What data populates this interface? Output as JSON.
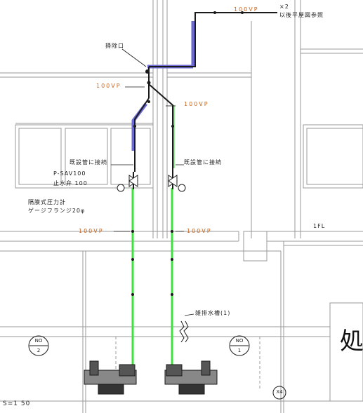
{
  "labels": {
    "pipe_top": "100VP",
    "pipe_top_mult": "×2",
    "pipe_top_dest": "以後平屋図参照",
    "inlet": "掃除口",
    "pipe_mid_left": "100VP",
    "pipe_mid_right": "100VP",
    "connect_left": "既設管に接続",
    "connect_right": "既設管に接続",
    "valve_a": "P-SAV100",
    "valve_b": "止水弁 100",
    "gauge_a": "隔膜式圧力計",
    "gauge_b": "ゲージフランジ20φ",
    "pipe_low_left": "100VP",
    "pipe_low_right": "100VP",
    "floor": "1FL",
    "tank": "雑排水槽(1)",
    "pump_2_no": "NO",
    "pump_2_num": "2",
    "pump_1_no": "NO",
    "pump_1_num": "1",
    "mark_x4": "X4",
    "scale": "S=1 50",
    "big_char": "処"
  },
  "colors": {
    "line": "#1a1a1a",
    "gray_line": "#9a9a9a",
    "green_pipe": "#3ee23e",
    "blue_pipe": "#6a6ad0",
    "label_orange": "#c8641e"
  }
}
